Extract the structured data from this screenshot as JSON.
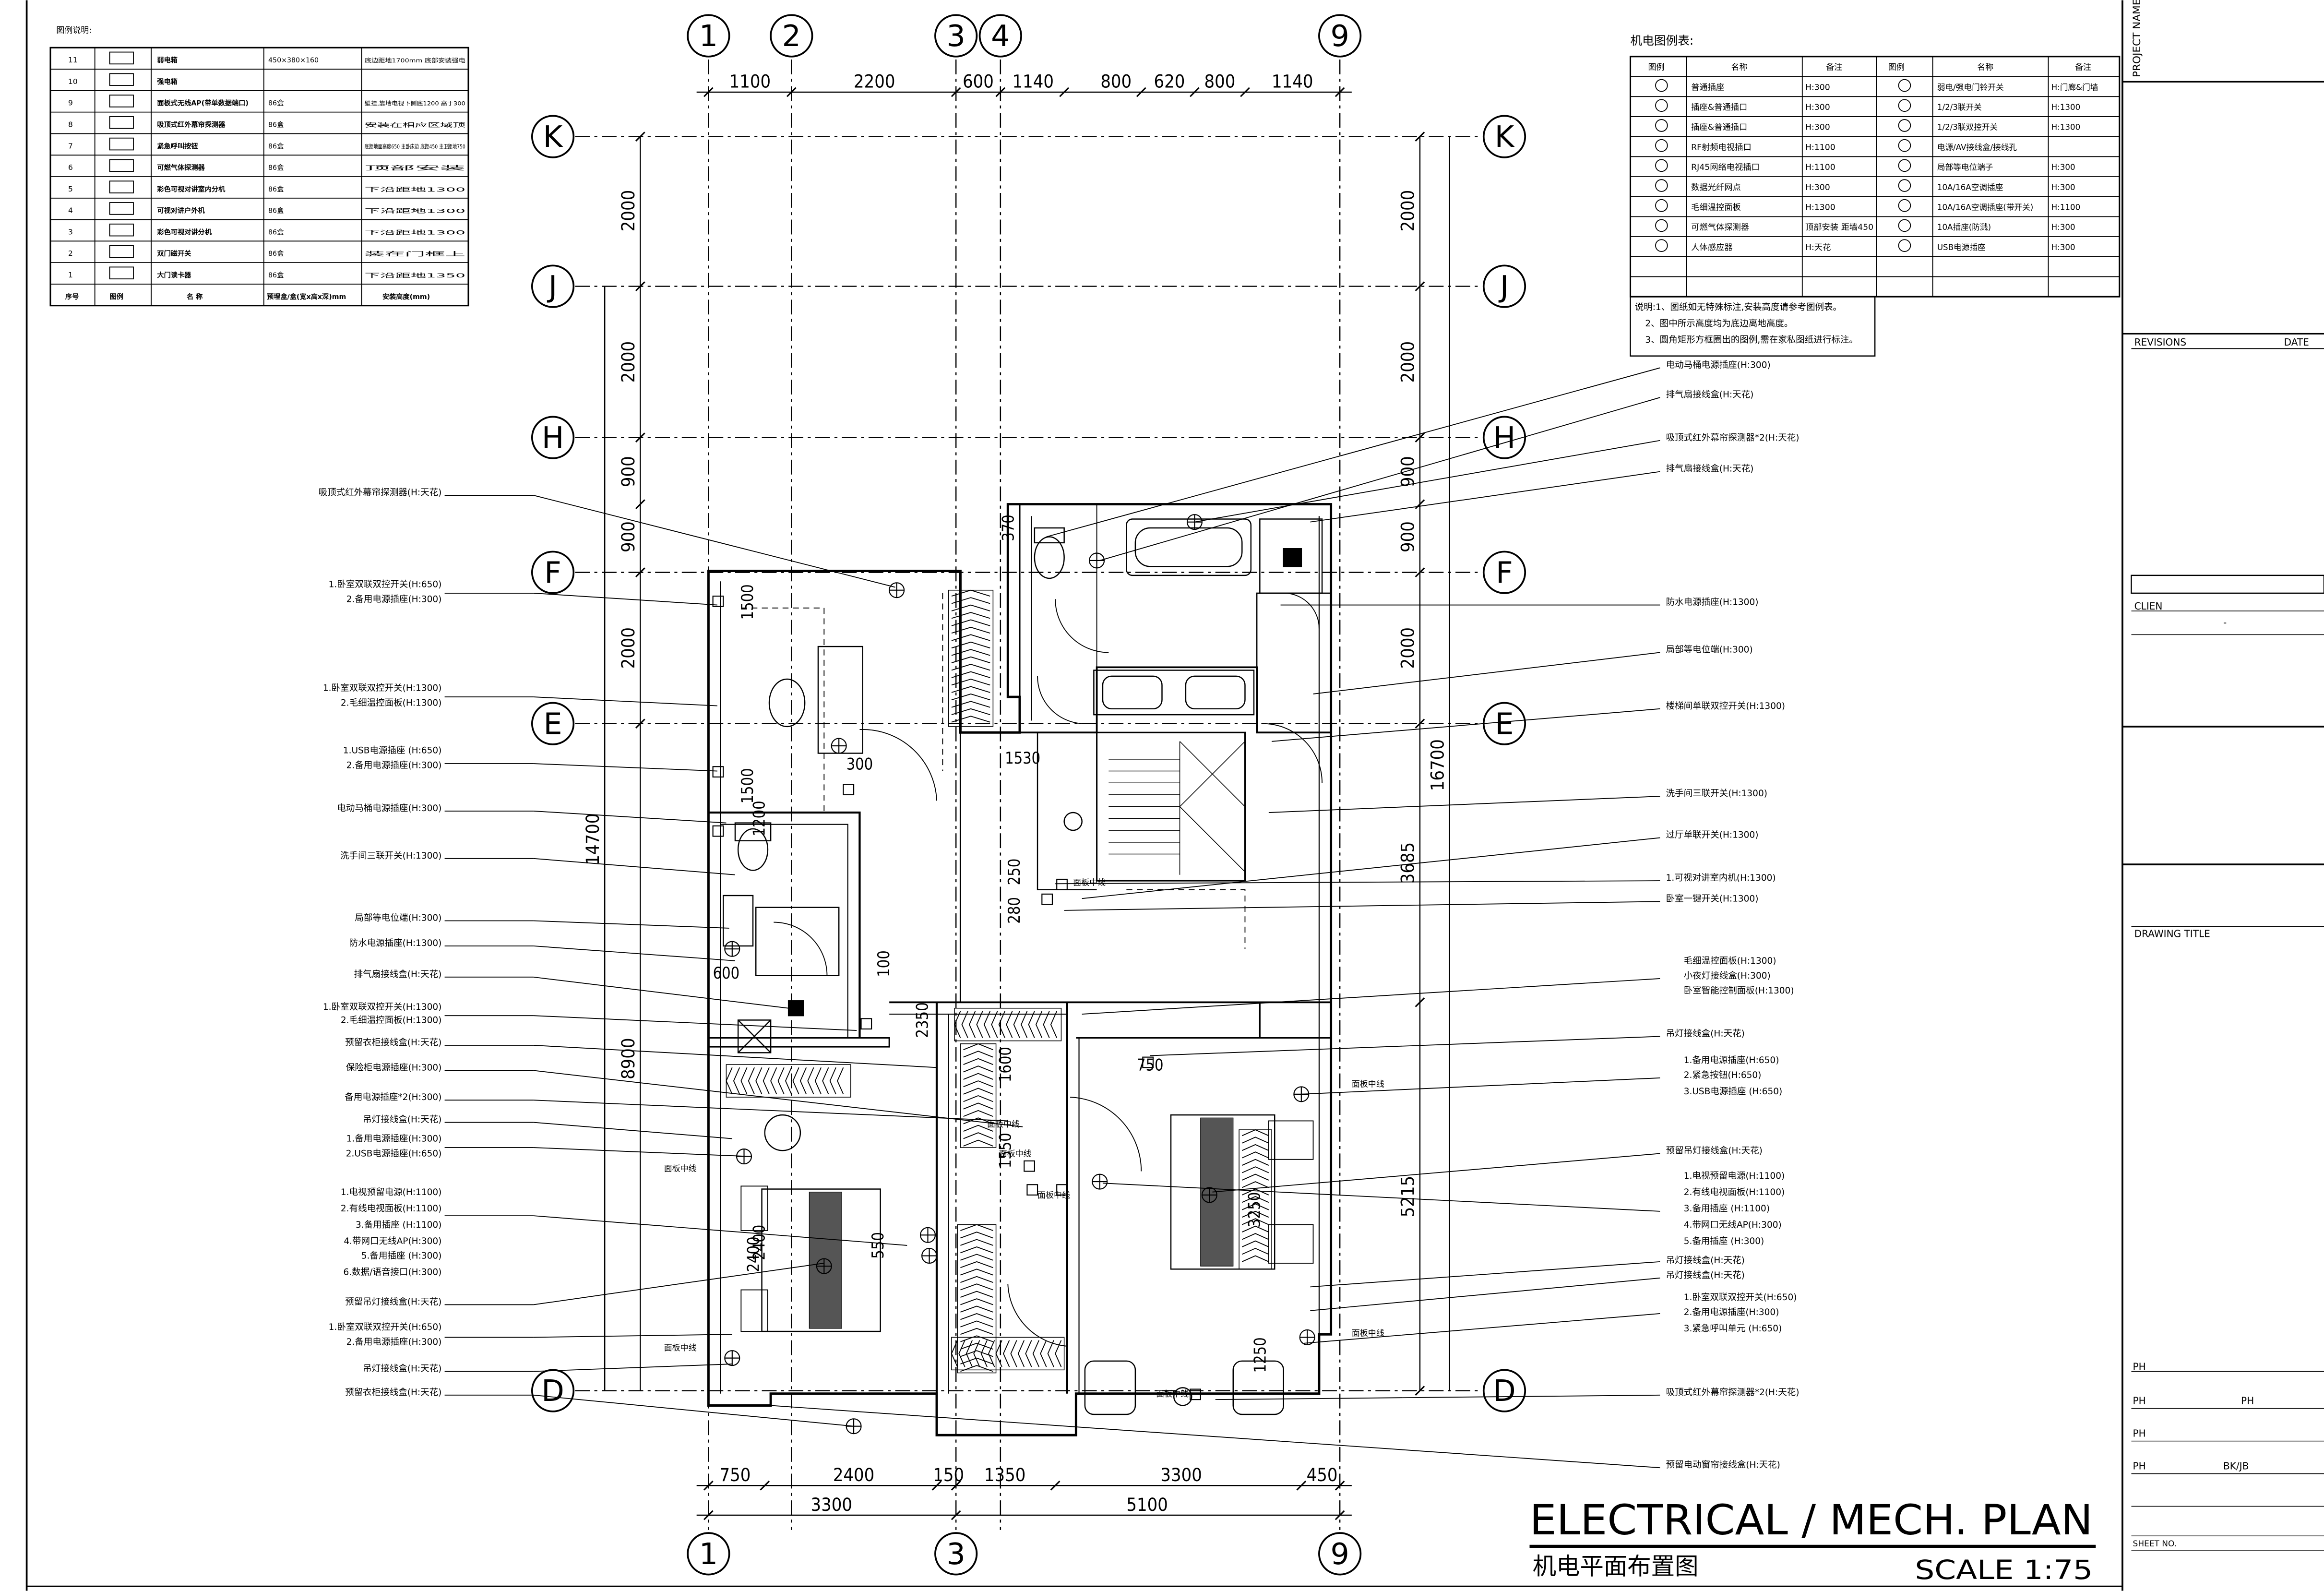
{
  "drawing": {
    "title_en": "ELECTRICAL / MECH. PLAN",
    "title_cn": "机电平面布置图",
    "scale": "SCALE 1:75"
  },
  "title_block": {
    "project_name": "PROJECT NAME",
    "revisions": "REVISIONS",
    "date": "DATE",
    "client": "CLIEN",
    "client_value": "-",
    "drawing_title": "DRAWING TITLE",
    "ph_rows": [
      "PH",
      "PH",
      "PH",
      "PH"
    ],
    "ph_extra": [
      "PH",
      "BK/JB"
    ],
    "sheet_no": "SHEET NO."
  },
  "legend_left": {
    "title": "图例说明:",
    "header": [
      "序号",
      "图例",
      "名 称",
      "预埋盒/盒(宽x高x深)mm",
      "安装高度(mm)"
    ],
    "rows": [
      [
        "11",
        "",
        "弱电箱",
        "450×380×160",
        "底边距地1700mm 底部安装强电"
      ],
      [
        "10",
        "",
        "强电箱",
        "",
        ""
      ],
      [
        "9",
        "",
        "面板式无线AP(带单数据端口)",
        "86盒",
        "壁挂,靠墙电视下侧底1200 高于300"
      ],
      [
        "8",
        "",
        "吸顶式红外幕帘探测器",
        "86盒",
        "安装在相应区域顶"
      ],
      [
        "7",
        "",
        "紧急呼叫按钮",
        "86盒",
        "底距地面高度650 主卧床边 底距450 主卫距地750"
      ],
      [
        "6",
        "",
        "可燃气体探测器",
        "86盒",
        "顶部安装"
      ],
      [
        "5",
        "",
        "彩色可视对讲室内分机",
        "86盒",
        "下沿距地1300"
      ],
      [
        "4",
        "",
        "可视对讲户外机",
        "86盒",
        "下沿距地1300"
      ],
      [
        "3",
        "",
        "彩色可视对讲分机",
        "86盒",
        "下沿距地1300"
      ],
      [
        "2",
        "",
        "双门磁开关",
        "86盒",
        "装在门框上"
      ],
      [
        "1",
        "",
        "大门读卡器",
        "86盒",
        "下沿距地1350"
      ]
    ]
  },
  "legend_right": {
    "title": "机电图例表:",
    "header": [
      "图例",
      "名称",
      "备注",
      "图例",
      "名称",
      "备注"
    ],
    "rows": [
      [
        "",
        "普通插座",
        "H:300",
        "",
        "弱电/强电门铃开关",
        "H:门廊&门墙"
      ],
      [
        "",
        "插座&普通插口",
        "H:300",
        "",
        "1/2/3联开关",
        "H:1300"
      ],
      [
        "",
        "插座&普通插口",
        "H:300",
        "",
        "1/2/3联双控开关",
        "H:1300"
      ],
      [
        "",
        "RF射频电视插口",
        "H:1100",
        "",
        "电源/AV接线盒/接线孔",
        ""
      ],
      [
        "",
        "RJ45网络电视插口",
        "H:1100",
        "",
        "局部等电位端子",
        "H:300"
      ],
      [
        "",
        "数据光纤网点",
        "H:300",
        "",
        "10A/16A空调插座",
        "H:300"
      ],
      [
        "",
        "毛细温控面板",
        "H:1300",
        "",
        "10A/16A空调插座(带开关)",
        "H:1100"
      ],
      [
        "",
        "可燃气体探测器",
        "顶部安装 距墙450",
        "",
        "10A插座(防溅)",
        "H:300"
      ],
      [
        "",
        "人体感应器",
        "H:天花",
        "",
        "USB电源插座",
        "H:300"
      ],
      [
        "",
        "",
        "",
        "",
        "",
        ""
      ],
      [
        "",
        "",
        "",
        "",
        "",
        ""
      ]
    ],
    "notes": [
      "说明:1、图纸如无特殊标注,安装高度请参考图例表。",
      "2、图中所示高度均为底边离地高度。",
      "3、圆角矩形方框圈出的图例,需在家私图纸进行标注。"
    ]
  },
  "grid": {
    "top_labels": [
      "1",
      "2",
      "3",
      "4",
      "9"
    ],
    "bottom_labels": [
      "1",
      "3",
      "9"
    ],
    "row_labels": [
      "K",
      "J",
      "H",
      "F",
      "E",
      "D"
    ],
    "top_dims": [
      "1100",
      "2200",
      "600",
      "1140",
      "800",
      "620",
      "800",
      "1140"
    ],
    "bottom_dims_1": [
      "750",
      "2400",
      "150",
      "1350",
      "3300",
      "450"
    ],
    "bottom_dims_2": [
      "3300",
      "5100"
    ],
    "left_dims": [
      "2000",
      "2000",
      "900",
      "900",
      "2000"
    ],
    "left_total_top": "14700",
    "left_dim_lower": "8900",
    "right_dims": [
      "2000",
      "2000",
      "900",
      "900",
      "2000"
    ],
    "right_total": "16700",
    "right_sub": [
      "3685",
      "5215"
    ],
    "inner_dims": [
      "1530",
      "250",
      "280",
      "370",
      "1500",
      "1500",
      "1200",
      "600",
      "300",
      "100",
      "1600",
      "1550",
      "2400",
      "550",
      "1250",
      "750",
      "3250",
      "2350",
      "2400"
    ]
  },
  "annotations_left": [
    "吸顶式红外幕帘探测器(H:天花)",
    "1.卧室双联双控开关(H:650)",
    "2.备用电源插座(H:300)",
    "1.卧室双联双控开关(H:1300)",
    "2.毛细温控面板(H:1300)",
    "1.USB电源插座 (H:650)",
    "2.备用电源插座(H:300)",
    "电动马桶电源插座(H:300)",
    "洗手间三联开关(H:1300)",
    "局部等电位端(H:300)",
    "防水电源插座(H:1300)",
    "排气扇接线盒(H:天花)",
    "1.卧室双联双控开关(H:1300)",
    "2.毛细温控面板(H:1300)",
    "预留衣柜接线盒(H:天花)",
    "保险柜电源插座(H:300)",
    "备用电源插座*2(H:300)",
    "吊灯接线盒(H:天花)",
    "1.备用电源插座(H:300)",
    "2.USB电源插座(H:650)",
    "1.电视预留电源(H:1100)",
    "2.有线电视面板(H:1100)",
    "3.备用插座 (H:1100)",
    "4.带网口无线AP(H:300)",
    "5.备用插座 (H:300)",
    "6.数据/语音接口(H:300)",
    "预留吊灯接线盒(H:天花)",
    "1.卧室双联双控开关(H:650)",
    "2.备用电源插座(H:300)",
    "吊灯接线盒(H:天花)",
    "预留衣柜接线盒(H:天花)"
  ],
  "annotations_right": [
    "电动马桶电源插座(H:300)",
    "排气扇接线盒(H:天花)",
    "吸顶式红外幕帘探测器*2(H:天花)",
    "排气扇接线盒(H:天花)",
    "防水电源插座(H:1300)",
    "局部等电位端(H:300)",
    "楼梯间单联双控开关(H:1300)",
    "洗手间三联开关(H:1300)",
    "过厅单联开关(H:1300)",
    "1.可视对讲室内机(H:1300)",
    "卧室一键开关(H:1300)",
    "毛细温控面板(H:1300)",
    "小夜灯接线盒(H:300)",
    "卧室智能控制面板(H:1300)",
    "吊灯接线盒(H:天花)",
    "1.备用电源插座(H:650)",
    "2.紧急按钮(H:650)",
    "3.USB电源插座 (H:650)",
    "预留吊灯接线盒(H:天花)",
    "1.电视预留电源(H:1100)",
    "2.有线电视面板(H:1100)",
    "3.备用插座 (H:1100)",
    "4.带网口无线AP(H:300)",
    "5.备用插座 (H:300)",
    "吊灯接线盒(H:天花)",
    "吊灯接线盒(H:天花)",
    "1.卧室双联双控开关(H:650)",
    "2.备用电源插座(H:300)",
    "3.紧急呼叫单元 (H:650)",
    "吸顶式红外幕帘探测器*2(H:天花)",
    "预留电动窗帘接线盒(H:天花)"
  ],
  "plan_labels": [
    "面板中线",
    "面板中线",
    "面板中线",
    "面板中线",
    "面板中线",
    "面板中线",
    "面板中线",
    "面板中线",
    "面板中线"
  ]
}
